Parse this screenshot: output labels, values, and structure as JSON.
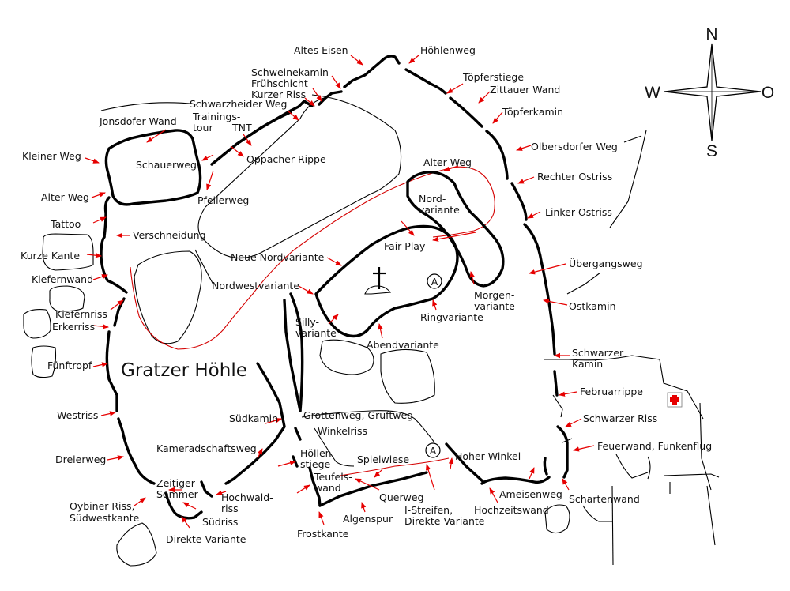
{
  "map_title": "Gratzer Höhle",
  "compass": {
    "north": "N",
    "south": "S",
    "west": "W",
    "east": "O"
  },
  "cave_marker": "A",
  "colors": {
    "route_arrows": "#e60000",
    "red_outline": "#d40000",
    "first_aid_cross": "#e60000",
    "rock_outline": "#000000"
  },
  "icons": [
    "compass-rose-icon",
    "summit-cross-icon",
    "first-aid-icon",
    "cave-marker-icon"
  ],
  "routes": [
    "Altes Eisen",
    "Höhlenweg",
    "Schweinekamin",
    "Frühschicht",
    "Kurzer Riss",
    "Töpferstiege",
    "Zittauer Wand",
    "Schwarzheider Weg",
    "Jonsdofer Wand",
    "Trainings-",
    "tour",
    "TNT",
    "Töpferkamin",
    "Kleiner Weg",
    "Olbersdorfer Weg",
    "Schauerweg",
    "Oppacher Rippe",
    "Alter Weg",
    "Rechter Ostriss",
    "Alter Weg",
    "Pfeilerweg",
    "Nord-",
    "variante",
    "Linker Ostriss",
    "Tattoo",
    "Verschneidung",
    "Fair Play",
    "Kurze Kante",
    "Neue Nordvariante",
    "Übergangsweg",
    "Kiefernwand",
    "Nordwestvariante",
    "Morgen-",
    "variante",
    "Ostkamin",
    "Kiefernriss",
    "Erkerriss",
    "Silly-",
    "variante",
    "Ringvariante",
    "Abendvariante",
    "Schwarzer",
    "Kamin",
    "Fünftropf",
    "Februarrippe",
    "Westriss",
    "Südkamin",
    "Grottenweg, Gruftweg",
    "Schwarzer Riss",
    "Winkelriss",
    "Feuerwand, Funkenflug",
    "Kameradschaftsweg",
    "Höllen-",
    "stiege",
    "Spielwiese",
    "Hoher Winkel",
    "Dreierweg",
    "Teufels-",
    "wand",
    "Zeitiger",
    "Sommer",
    "Ameisenweg",
    "Schartenwand",
    "Hochwald-",
    "riss",
    "Querweg",
    "Oybiner Riss,",
    "Südwestkante",
    "Hochzeitswand",
    "Südriss",
    "Algenspur",
    "I-Streifen,",
    "Direkte Variante",
    "Frostkante",
    "Direkte Variante"
  ]
}
